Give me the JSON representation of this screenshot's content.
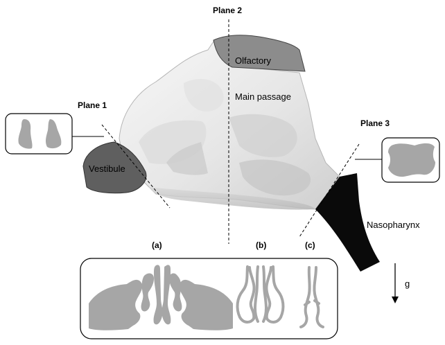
{
  "labels": {
    "plane1": "Plane 1",
    "plane2": "Plane 2",
    "plane3": "Plane 3",
    "olfactory": "Olfactory",
    "main_passage": "Main passage",
    "vestibule": "Vestibule",
    "nasopharynx": "Nasopharynx",
    "gravity": "g",
    "panel_a": "(a)",
    "panel_b": "(b)",
    "panel_c": "(c)"
  },
  "colors": {
    "cross_section_fill": "#a6a6a6",
    "olfactory_fill": "#8c8c8c",
    "vestibule_fill": "#5f5f5f",
    "nasopharynx_fill": "#0a0a0a",
    "cavity_fill": "#efefef"
  },
  "icons": {
    "plane1_inset": "two-separate-nostril-sections",
    "plane3_inset": "single-rounded-section",
    "gravity_arrow": "down-arrow"
  }
}
